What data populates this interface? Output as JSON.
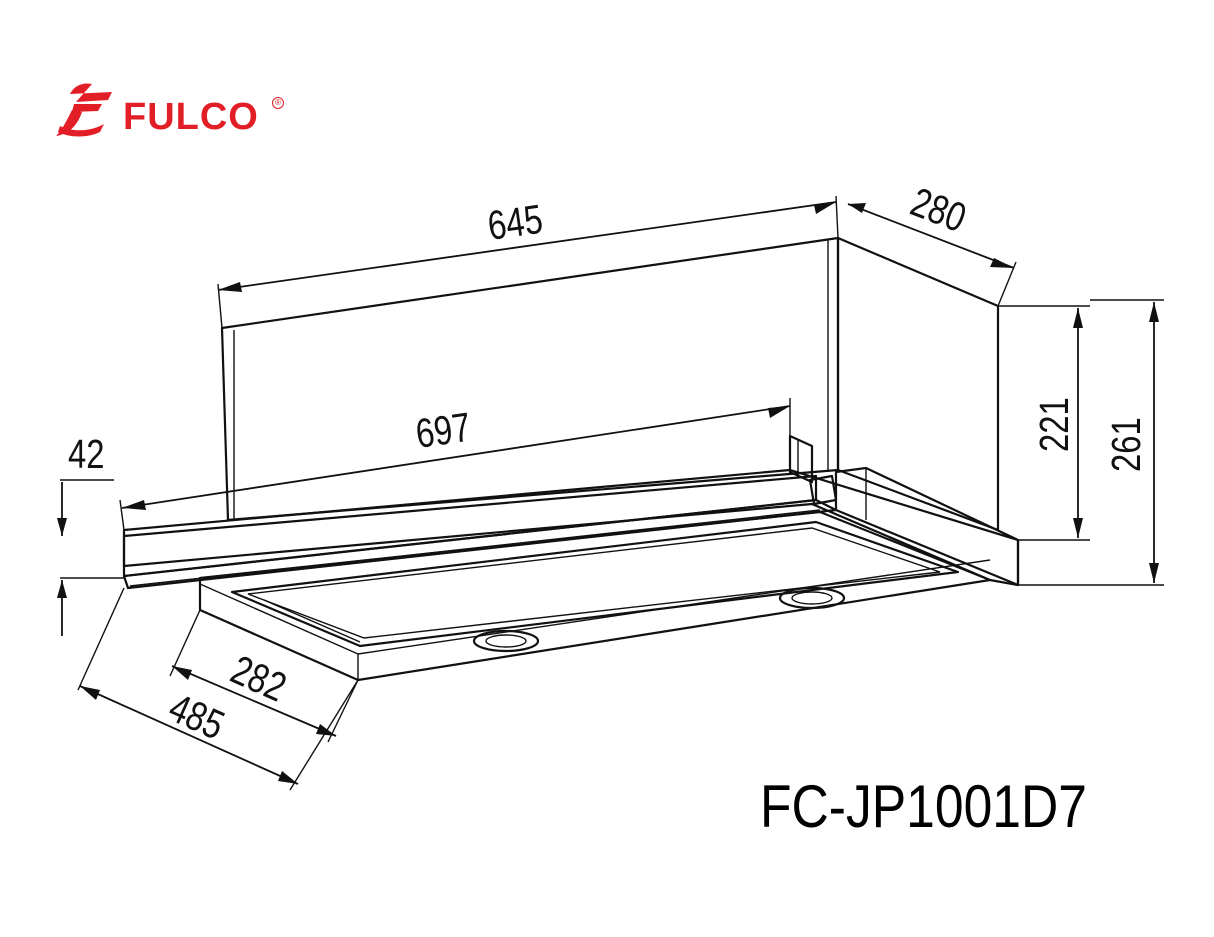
{
  "brand": {
    "name": "FULCO",
    "color": "#e21f26"
  },
  "model": "FC-JP1001D7",
  "dimensions": {
    "top_width": "645",
    "top_depth": "280",
    "front_width": "697",
    "front_height": "42",
    "inner_depth": "282",
    "outer_depth": "485",
    "back_height": "221",
    "total_height": "261"
  }
}
